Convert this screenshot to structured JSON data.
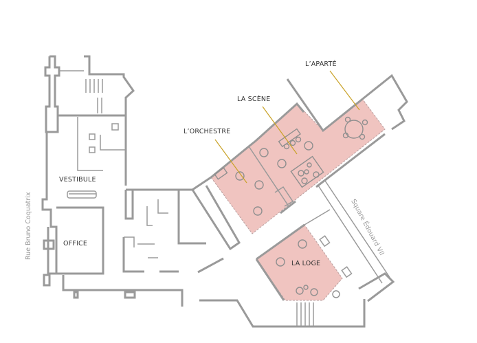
{
  "rooms": {
    "aparte": "L’APARTÉ",
    "scene": "LA SCÈNE",
    "orchestre": "L’ORCHESTRE",
    "loge": "LA LOGE",
    "vestibule": "VESTIBULE",
    "office": "OFFICE"
  },
  "streets": {
    "west": "Rue Bruno Coquatrix",
    "east": "Square Édouard VII"
  },
  "colors": {
    "room_fill": "#f0c4c0",
    "wall": "#9a9a9a",
    "leader": "#c9a227"
  }
}
